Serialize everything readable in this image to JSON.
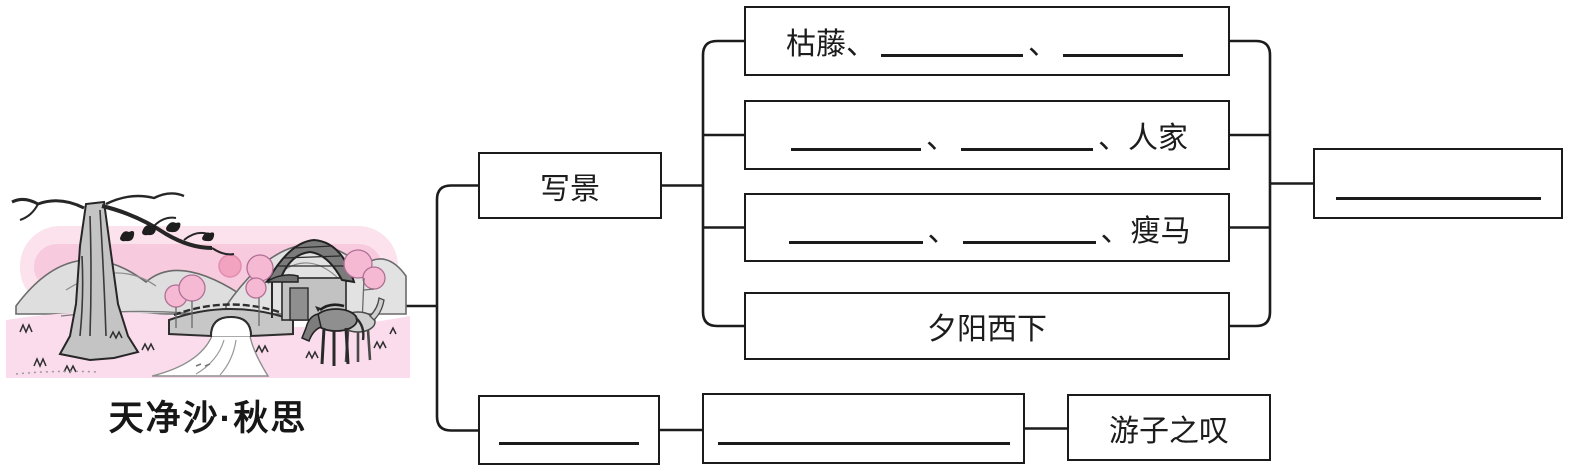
{
  "caption": "天净沙·秋思",
  "colors": {
    "line": "#1b1b1b",
    "pink_wash": "#f7cadf",
    "pink_deep": "#f2a3c0",
    "tree_gray": "#c4c4c4"
  },
  "boxes": {
    "xiejing": {
      "segments": [
        {
          "text": "写景"
        }
      ]
    },
    "scene1": {
      "segments": [
        {
          "text": "枯藤、"
        },
        {
          "blank": 142
        },
        {
          "text": "、"
        },
        {
          "blank": 120
        }
      ]
    },
    "scene2": {
      "segments": [
        {
          "blank": 130
        },
        {
          "text": "、"
        },
        {
          "blank": 132
        },
        {
          "text": "、人家"
        }
      ]
    },
    "scene3": {
      "segments": [
        {
          "blank": 134
        },
        {
          "text": "、"
        },
        {
          "blank": 133
        },
        {
          "text": "、瘦马"
        }
      ]
    },
    "scene4": {
      "segments": [
        {
          "text": "夕阳西下"
        }
      ]
    },
    "summary": {
      "segments": [
        {
          "blank": 205
        }
      ]
    },
    "bottom1": {
      "segments": [
        {
          "blank": 140
        }
      ]
    },
    "bottom2": {
      "segments": [
        {
          "blank": 292
        }
      ]
    },
    "bottom3": {
      "segments": [
        {
          "text": "游子之叹"
        }
      ]
    }
  }
}
